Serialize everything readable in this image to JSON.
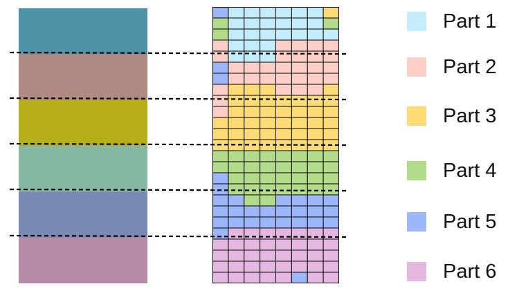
{
  "parts": [
    {
      "id": 1,
      "label": "Part 1",
      "color": "#c4ecfa",
      "photo_color": "#4f93a8"
    },
    {
      "id": 2,
      "label": "Part 2",
      "color": "#fbcfc8",
      "photo_color": "#b08a83"
    },
    {
      "id": 3,
      "label": "Part 3",
      "color": "#fddb76",
      "photo_color": "#b6af18"
    },
    {
      "id": 4,
      "label": "Part 4",
      "color": "#b2dc8a",
      "photo_color": "#86b8a4"
    },
    {
      "id": 5,
      "label": "Part 5",
      "color": "#9eb7fb",
      "photo_color": "#7b8ab4"
    },
    {
      "id": 6,
      "label": "Part 6",
      "color": "#e5b8e2",
      "photo_color": "#b58ca7"
    }
  ],
  "grid_columns": 8,
  "grid_rows": [
    [
      5,
      1,
      1,
      1,
      1,
      1,
      1,
      3
    ],
    [
      4,
      1,
      1,
      1,
      1,
      1,
      1,
      4
    ],
    [
      4,
      1,
      1,
      1,
      1,
      1,
      1,
      1
    ],
    [
      2,
      1,
      1,
      1,
      2,
      2,
      2,
      2
    ],
    [
      2,
      1,
      1,
      1,
      2,
      2,
      2,
      2
    ],
    [
      5,
      2,
      2,
      2,
      2,
      2,
      2,
      2
    ],
    [
      5,
      2,
      2,
      2,
      2,
      2,
      2,
      2
    ],
    [
      2,
      3,
      3,
      3,
      2,
      2,
      2,
      3
    ],
    [
      2,
      3,
      3,
      3,
      3,
      3,
      3,
      3
    ],
    [
      2,
      3,
      3,
      3,
      3,
      3,
      3,
      3
    ],
    [
      3,
      3,
      3,
      3,
      3,
      3,
      3,
      3
    ],
    [
      3,
      3,
      3,
      3,
      3,
      3,
      3,
      3
    ],
    [
      3,
      3,
      3,
      3,
      3,
      3,
      3,
      3
    ],
    [
      4,
      4,
      4,
      4,
      4,
      4,
      4,
      4
    ],
    [
      4,
      4,
      4,
      4,
      4,
      4,
      4,
      4
    ],
    [
      5,
      4,
      4,
      4,
      4,
      4,
      4,
      4
    ],
    [
      5,
      4,
      4,
      4,
      4,
      4,
      4,
      4
    ],
    [
      5,
      5,
      4,
      4,
      5,
      5,
      5,
      5
    ],
    [
      5,
      5,
      5,
      5,
      5,
      5,
      5,
      5
    ],
    [
      5,
      5,
      5,
      5,
      5,
      5,
      5,
      5
    ],
    [
      5,
      6,
      6,
      6,
      6,
      6,
      6,
      6
    ],
    [
      6,
      6,
      6,
      6,
      6,
      6,
      6,
      6
    ],
    [
      6,
      6,
      6,
      6,
      6,
      6,
      6,
      6
    ],
    [
      6,
      6,
      6,
      6,
      6,
      6,
      6,
      6
    ],
    [
      6,
      6,
      6,
      6,
      6,
      5,
      6,
      6
    ]
  ]
}
